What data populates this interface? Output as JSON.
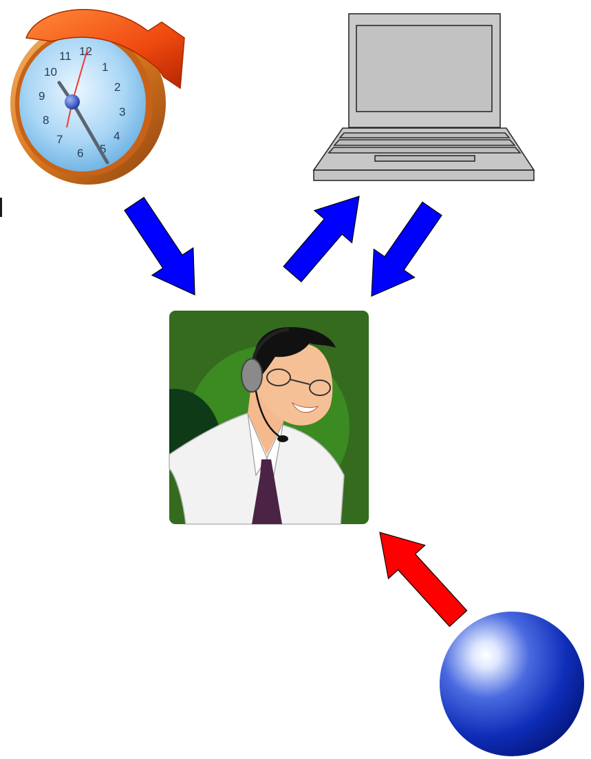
{
  "diagram": {
    "nodes": [
      {
        "id": "clock",
        "icon": "clock-icon",
        "label": ""
      },
      {
        "id": "laptop",
        "icon": "laptop-icon",
        "label": ""
      },
      {
        "id": "agent",
        "icon": "support-agent-icon",
        "label": ""
      },
      {
        "id": "sphere",
        "icon": "sphere-icon",
        "label": ""
      }
    ],
    "edges": [
      {
        "from": "clock",
        "to": "agent",
        "color": "#0000ff"
      },
      {
        "from": "agent",
        "to": "laptop",
        "color": "#0000ff"
      },
      {
        "from": "laptop",
        "to": "agent",
        "color": "#0000ff"
      },
      {
        "from": "sphere",
        "to": "agent",
        "color": "#ff0000"
      }
    ]
  },
  "clock_face": {
    "numbers": [
      "12",
      "1",
      "2",
      "3",
      "4",
      "5",
      "6",
      "7",
      "8",
      "9",
      "10",
      "11"
    ]
  },
  "colors": {
    "arrow_blue": "#0000ff",
    "arrow_red": "#ff0000",
    "panel_green": "#346b1e",
    "sphere_blue": "#0a2bb0",
    "clock_orange": "#e8731a",
    "laptop_gray": "#c2c2c2"
  }
}
